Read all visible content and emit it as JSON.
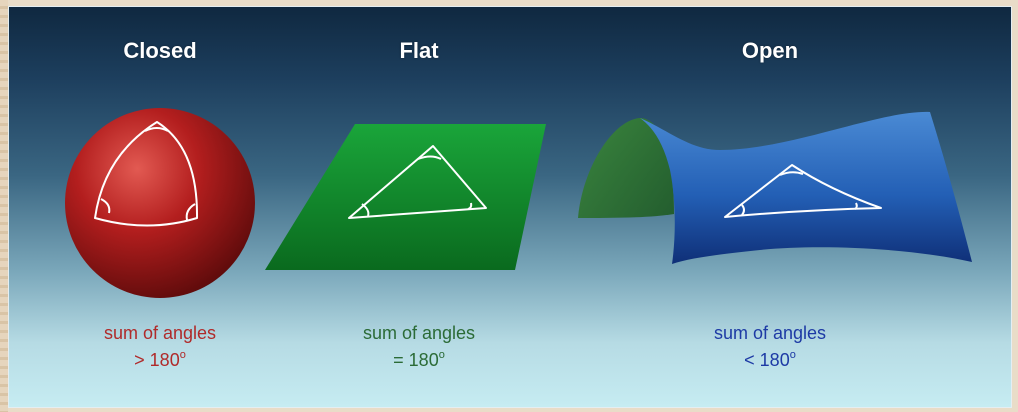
{
  "panels": {
    "closed": {
      "title": "Closed",
      "caption_line1": "sum of angles",
      "caption_line2": "> 180",
      "degree": "o"
    },
    "flat": {
      "title": "Flat",
      "caption_line1": "sum of angles",
      "caption_line2": "= 180",
      "degree": "o"
    },
    "open": {
      "title": "Open",
      "caption_line1": "sum of angles",
      "caption_line2": "< 180",
      "degree": "o"
    }
  },
  "colors": {
    "closed": "#b02a2a",
    "flat": "#2b6b36",
    "open": "#1d3aa5",
    "triangle_stroke": "#ffffff"
  }
}
